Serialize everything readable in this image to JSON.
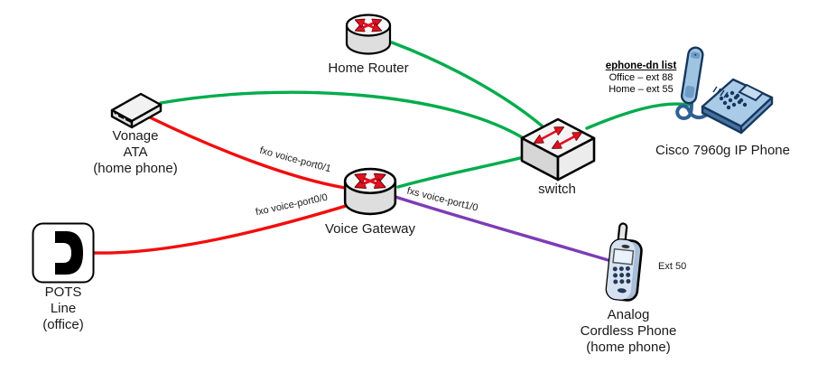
{
  "colors": {
    "lan_link_green": "#00AC4C",
    "pots_link_red": "#F20D0D",
    "fxs_link_purple": "#7D3CB5",
    "cisco_arrow_red": "#E01021",
    "phone_body_blue": "#A9CBE8"
  },
  "nodes": {
    "home_router": {
      "label": "Home Router"
    },
    "vonage_ata": {
      "lines": [
        "Vonage",
        "ATA",
        "(home phone)"
      ]
    },
    "pots_line": {
      "lines": [
        "POTS",
        "Line",
        "(office)"
      ]
    },
    "voice_gateway": {
      "label": "Voice Gateway"
    },
    "switch": {
      "label": "switch"
    },
    "cisco_ip_phone": {
      "label": "Cisco 7960g IP Phone"
    },
    "cordless_phone": {
      "lines": [
        "Analog",
        "Cordless Phone",
        "(home phone)"
      ],
      "ext": "Ext 50"
    }
  },
  "annotations": {
    "ephone_dn_list": {
      "title": "ephone-dn list",
      "entries": [
        "Office – ext 88",
        "Home – ext 55"
      ]
    }
  },
  "edges": {
    "fxo_port01": {
      "label": "fxo voice-port0/1"
    },
    "fxo_port00": {
      "label": "fxo voice-port0/0"
    },
    "fxs_port10": {
      "label": "fxs voice-port1/0"
    }
  }
}
